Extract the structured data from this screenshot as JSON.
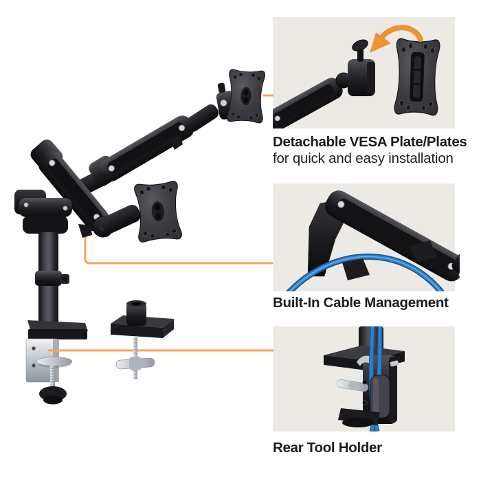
{
  "page": {
    "type": "product-feature-infographic",
    "subject": "dual monitor desk mount arm"
  },
  "colors": {
    "background": "#FFFFFF",
    "panel_background": "#EDEAE6",
    "callout_orange": "#F2A45C",
    "arrow_orange": "#EC9434",
    "cable_blue": "#2E81C8",
    "cable_blue_dark": "#1B5A94",
    "cable_blue_highlight": "#7FB9E6",
    "text": "#1D1D1F"
  },
  "features": [
    {
      "title": "Detachable VESA Plate/Plates",
      "subtitle": "for quick and easy installation"
    },
    {
      "title": "Built-In Cable Management",
      "subtitle": ""
    },
    {
      "title": "Rear Tool Holder",
      "subtitle": ""
    }
  ],
  "icons": {
    "curved_arrow_icon": "↶"
  }
}
